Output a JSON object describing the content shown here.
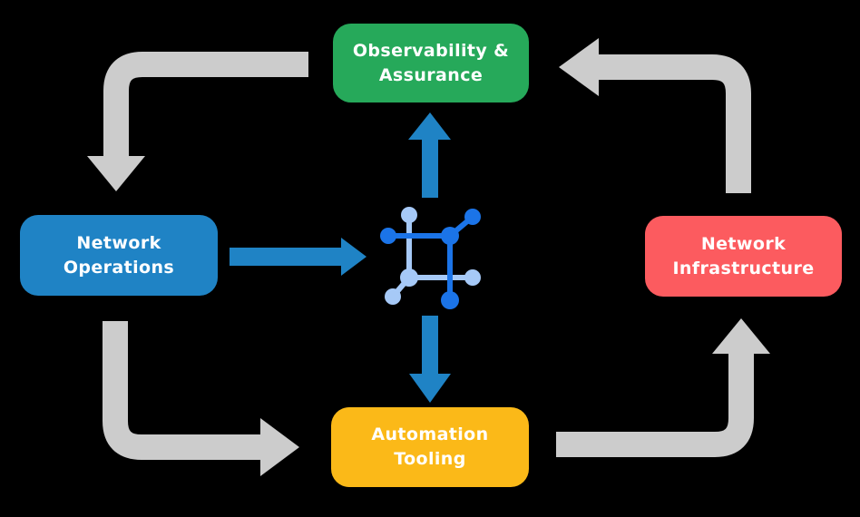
{
  "background_color": "#000000",
  "nodes": [
    {
      "name": "observability-assurance",
      "lines": [
        "Observability &",
        "Assurance"
      ],
      "color": "#26A95A",
      "text_color": "#FFFFFF"
    },
    {
      "name": "network-operations",
      "lines": [
        "Network",
        "Operations"
      ],
      "color": "#1F83C5",
      "text_color": "#FFFFFF"
    },
    {
      "name": "network-infrastructure",
      "lines": [
        "Network",
        "Infrastructure"
      ],
      "color": "#FC5B5F",
      "text_color": "#FFFFFF"
    },
    {
      "name": "automation-tooling",
      "lines": [
        "Automation",
        "Tooling"
      ],
      "color": "#FBB918",
      "text_color": "#FFFFFF"
    }
  ],
  "arrows": {
    "cycle_color": "#CCCCCC",
    "hub_color": "#1F83C5",
    "cycle": [
      {
        "name": "observability-to-network-operations",
        "direction": "down"
      },
      {
        "name": "network-operations-to-automation-tooling",
        "direction": "right"
      },
      {
        "name": "automation-tooling-to-network-infrastructure",
        "direction": "up"
      },
      {
        "name": "network-infrastructure-to-observability",
        "direction": "left"
      }
    ],
    "hub": [
      {
        "name": "network-operations-to-hub",
        "direction": "right"
      },
      {
        "name": "hub-to-observability",
        "direction": "up"
      },
      {
        "name": "hub-to-automation-tooling",
        "direction": "down"
      }
    ]
  },
  "hub_icon": {
    "name": "network-topology-icon",
    "dark_color": "#1B74E8",
    "light_color": "#A6C9F7"
  }
}
